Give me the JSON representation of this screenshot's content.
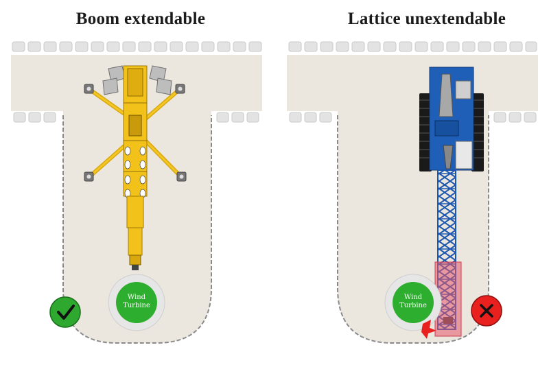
{
  "panels": [
    {
      "title": "Boom extendable",
      "crane": "telescopic-boom-crane",
      "crane_color": "#f2c21a",
      "turbine": {
        "line1": "Wind",
        "line2": "Turbine"
      },
      "status": "check",
      "status_color": "#2fa82f"
    },
    {
      "title": "Lattice unextendable",
      "crane": "lattice-boom-crawler-crane",
      "crane_color": "#1f5fb8",
      "turbine": {
        "line1": "Wind",
        "line2": "Turbine"
      },
      "status": "cross",
      "status_color": "#e8201e"
    }
  ],
  "colors": {
    "ground": "#ebe7df",
    "curb_block": "#e3e3e3",
    "turbine_green": "#2eae2e",
    "conflict_zone": "#e8586a"
  }
}
